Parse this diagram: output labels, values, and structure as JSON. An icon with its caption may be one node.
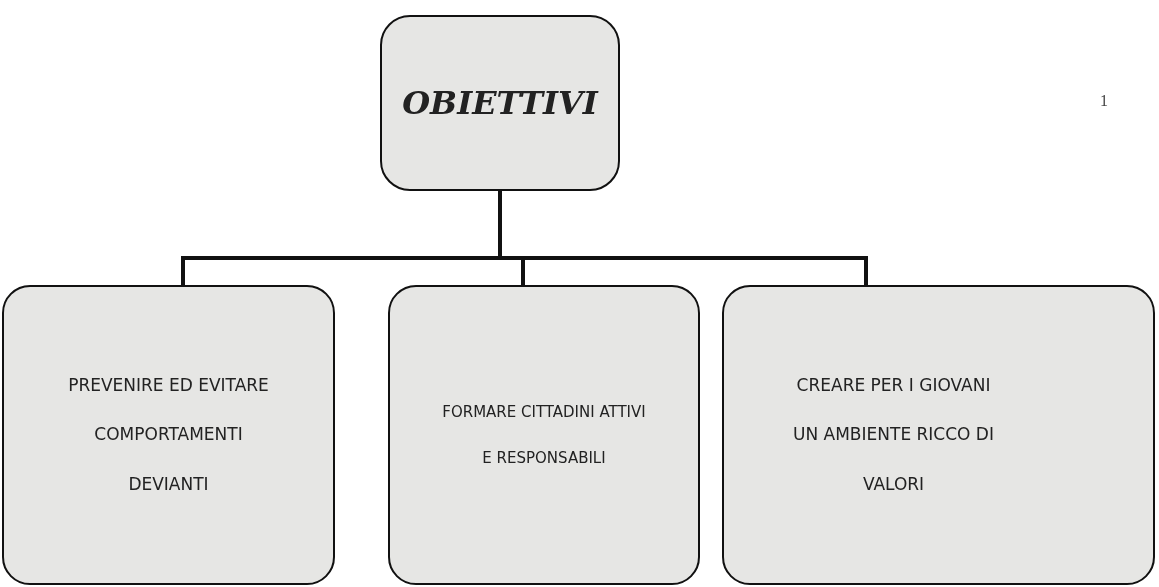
{
  "diagram": {
    "nodes": [
      {
        "text": [
          "OBIETTIVI"
        ]
      },
      {
        "text": [
          "PREVENIRE ED EVITARE COMPORTAMENTI DEVIANTI"
        ]
      },
      {
        "text": [
          "FORMARE CITTADINI ATTIVI E RESPONSABILI"
        ]
      },
      {
        "text": [
          "CREARE PER I GIOVANI UN AMBIENTE RICCO DI VALORI"
        ]
      }
    ],
    "edges": [
      {
        "from": 0,
        "to": 1,
        "arrow": "none"
      },
      {
        "from": 0,
        "to": 2,
        "arrow": "none"
      },
      {
        "from": 0,
        "to": 3,
        "arrow": "none"
      }
    ],
    "labels": [
      "1"
    ]
  }
}
